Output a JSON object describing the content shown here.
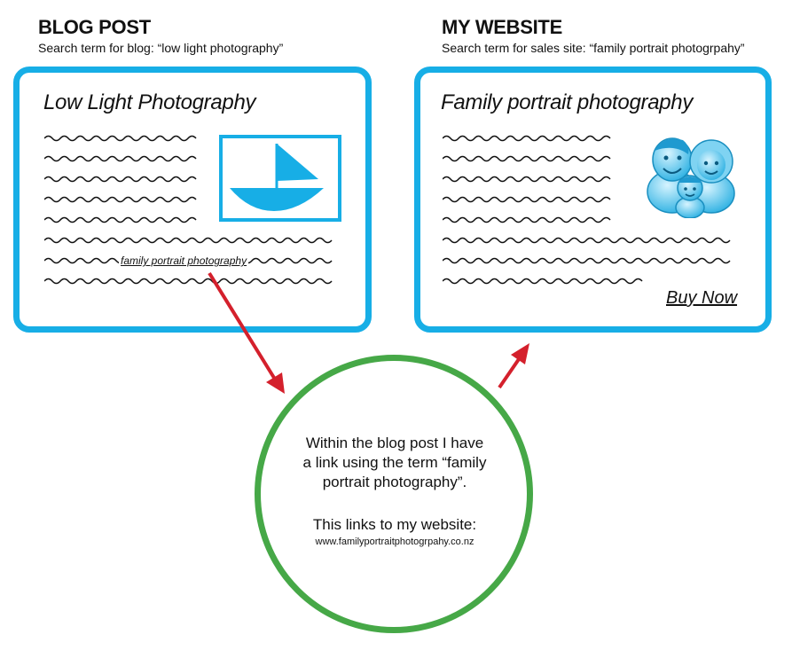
{
  "blog": {
    "heading": "BLOG POST",
    "search_term": "Search term for blog: “low light photography”",
    "card_title": "Low Light Photography",
    "link_text": "family portrait photography"
  },
  "website": {
    "heading": "MY WEBSITE",
    "search_term": "Search term for sales site: “family portrait photogrpahy”",
    "card_title": "Family portrait photography",
    "buy_now": "Buy Now"
  },
  "circle": {
    "line1": "Within the blog post I have",
    "line2": "a link using the term “family",
    "line3": "portrait photography”.",
    "line4": "This links to my website:",
    "url": "www.familyportraitphotogrpahy.co.nz"
  },
  "colors": {
    "card_border": "#17aee6",
    "circle_border": "#46a847",
    "arrow": "#d4202c"
  },
  "icons": {
    "blog_image": "sailboat-icon",
    "website_image": "family-icon"
  }
}
